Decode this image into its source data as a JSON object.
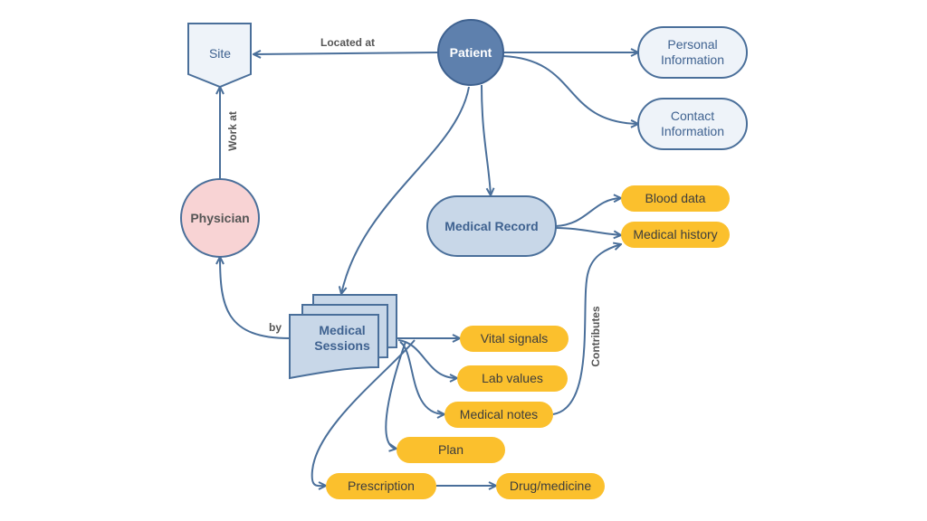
{
  "nodes": {
    "site": "Site",
    "patient": "Patient",
    "personal_information": [
      "Personal",
      "Information"
    ],
    "contact_information": [
      "Contact",
      "Information"
    ],
    "physician": "Physician",
    "medical_record": "Medical Record",
    "medical_sessions": [
      "Medical",
      "Sessions"
    ],
    "blood_data": "Blood data",
    "medical_history": "Medical history",
    "vital_signals": "Vital signals",
    "lab_values": "Lab values",
    "medical_notes": "Medical notes",
    "plan": "Plan",
    "prescription": "Prescription",
    "drug_medicine": "Drug/medicine"
  },
  "edges": {
    "located_at": "Located at",
    "work_at": "Work at",
    "by": "by",
    "contributes": "Contributes"
  },
  "colors": {
    "patient_fill": "#5e80ad",
    "physician_fill": "#f8d3d4",
    "pill_fill": "#fbc02d",
    "stroke": "#4a6f9a",
    "light_node_fill": "#c8d7e8"
  }
}
